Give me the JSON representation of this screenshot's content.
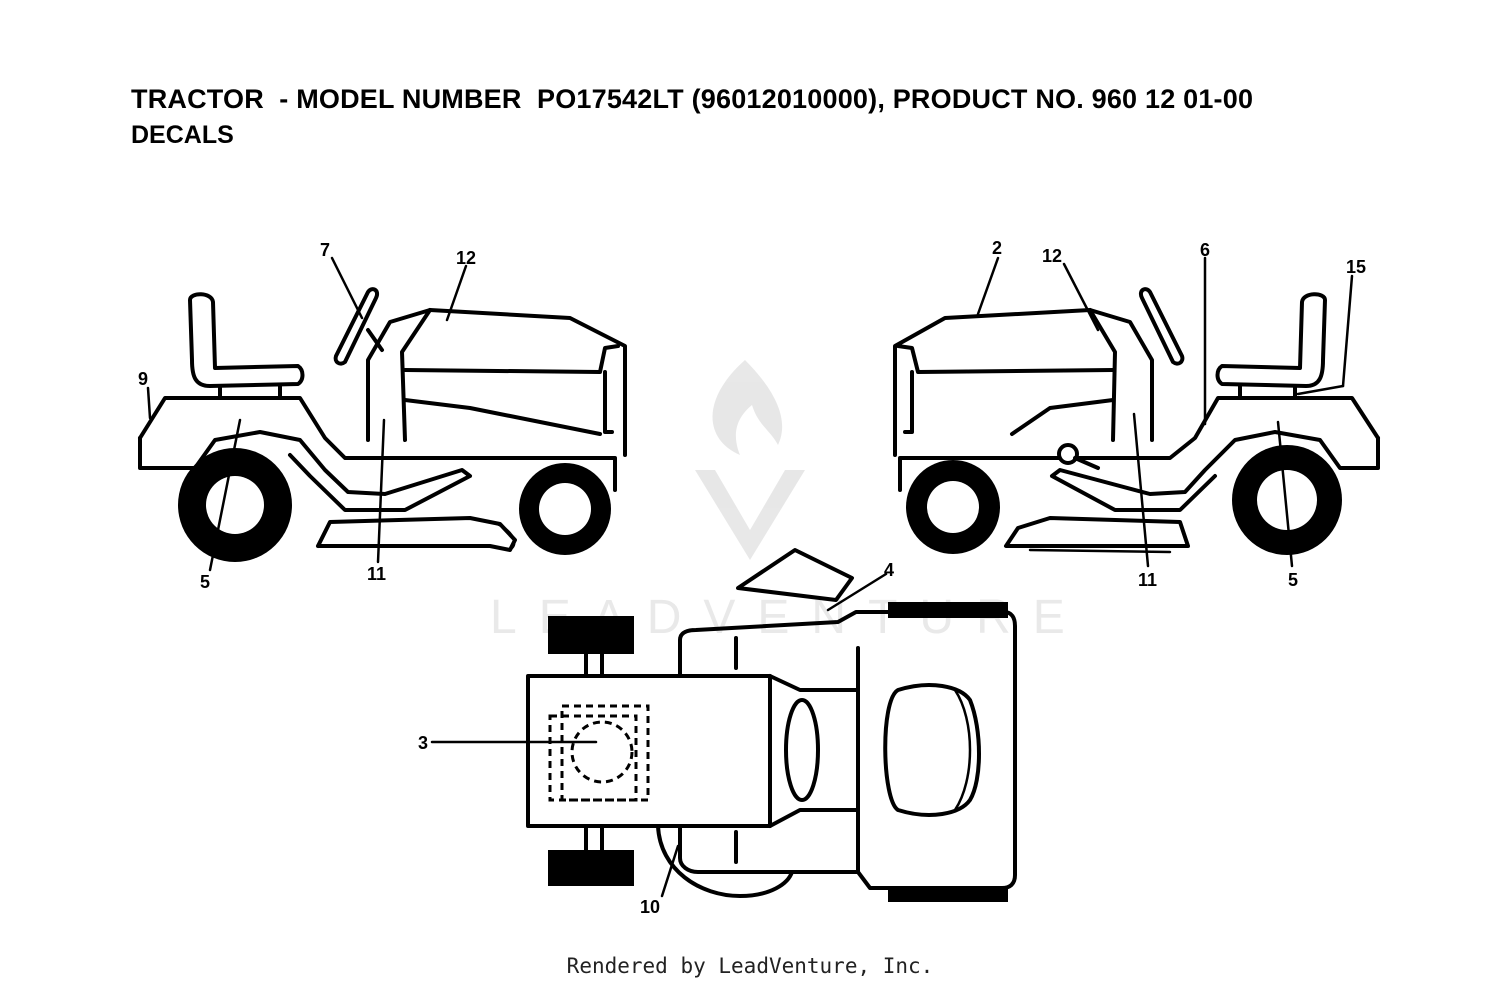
{
  "header": {
    "title": "TRACTOR  - MODEL NUMBER  PO17542LT (96012010000), PRODUCT NO. 960 12 01-00",
    "subtitle": "DECALS"
  },
  "callouts": {
    "left": [
      "7",
      "12",
      "9",
      "5",
      "11"
    ],
    "right": [
      "2",
      "12",
      "6",
      "15",
      "11",
      "5"
    ],
    "top": [
      "4",
      "3",
      "10"
    ]
  },
  "watermark": "LEADVENTURE",
  "footer": "Rendered by LeadVenture, Inc."
}
